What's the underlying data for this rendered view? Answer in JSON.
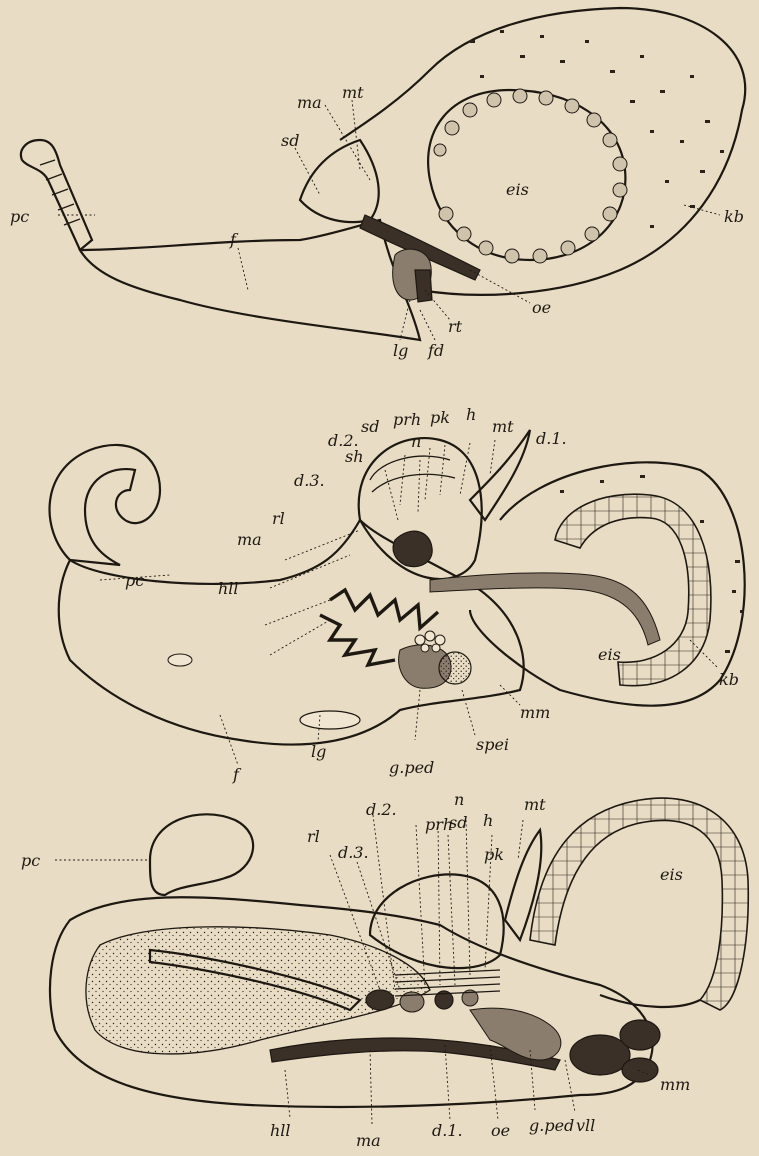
{
  "figure_1": {
    "labels": {
      "pc": "pc",
      "ma": "ma",
      "mt": "mt",
      "sd": "sd",
      "eis": "eis",
      "kb": "kb",
      "f": "f",
      "oe": "oe",
      "rt": "rt",
      "lg": "lg",
      "fd": "fd"
    }
  },
  "figure_2": {
    "labels": {
      "sd": "sd",
      "prh": "prh",
      "pk": "pk",
      "h": "h",
      "mt": "mt",
      "d2": "d.2.",
      "sh": "sh",
      "n": "n",
      "d1": "d.1.",
      "d3": "d.3.",
      "rl": "rl",
      "ma": "ma",
      "hll": "hll",
      "pc": "pc",
      "eis": "eis",
      "kb": "kb",
      "mm": "mm",
      "spei": "spei",
      "lg": "lg",
      "gped": "g.ped",
      "f": "f"
    }
  },
  "figure_3": {
    "labels": {
      "pc": "pc",
      "d2": "d.2.",
      "n": "n",
      "mt": "mt",
      "prh": "prh",
      "sd": "sd",
      "h": "h",
      "rl": "rl",
      "d3": "d.3.",
      "pk": "pk",
      "eis": "eis",
      "mm": "mm",
      "hll": "hll",
      "ma": "ma",
      "d1": "d.1.",
      "oe": "oe",
      "gped": "g.ped",
      "vll": "vll"
    }
  },
  "colors": {
    "paper": "#e8dcc4",
    "ink": "#1d1812",
    "shade": "#8a7d6d"
  }
}
